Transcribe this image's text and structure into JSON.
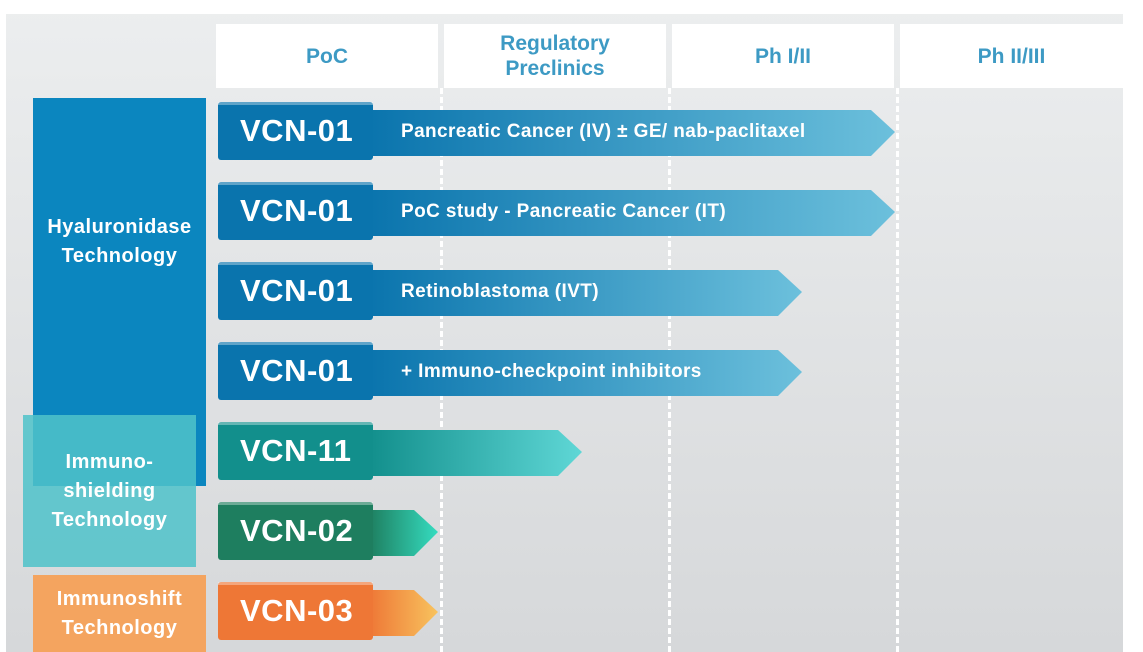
{
  "phases": [
    {
      "label": "PoC"
    },
    {
      "label_line1": "Regulatory",
      "label_line2": "Preclinics"
    },
    {
      "label": "Ph I/II"
    },
    {
      "label": "Ph II/III"
    }
  ],
  "technologies": {
    "hyaluronidase": {
      "line1": "Hyaluronidase",
      "line2": "Technology",
      "color": "#0b86bf"
    },
    "immunoshielding": {
      "line1": "Immuno-",
      "line2": "shielding",
      "line3": "Technology",
      "color": "#4fc3c9"
    },
    "immunoshift": {
      "line1": "Immunoshift",
      "line2": "Technology",
      "color": "#f4a45f"
    }
  },
  "programs": [
    {
      "code": "VCN-01",
      "indication": "Pancreatic Cancer (IV) ± GE/ nab-paclitaxel",
      "phase_reached": "Ph I/II",
      "color_start": "#0a74ad",
      "color_end": "#6cc0dc"
    },
    {
      "code": "VCN-01",
      "indication": "PoC study - Pancreatic Cancer (IT)",
      "phase_reached": "Ph I/II",
      "color_start": "#0a74ad",
      "color_end": "#6cc0dc"
    },
    {
      "code": "VCN-01",
      "indication": "Retinoblastoma (IVT)",
      "phase_reached": "Ph I/II",
      "color_start": "#0a74ad",
      "color_end": "#6cc0dc"
    },
    {
      "code": "VCN-01",
      "indication": "+ Immuno-checkpoint inhibitors",
      "phase_reached": "Ph I/II",
      "color_start": "#0a74ad",
      "color_end": "#6cc0dc"
    },
    {
      "code": "VCN-11",
      "indication": "",
      "phase_reached": "Regulatory Preclinics",
      "color_start": "#128f8c",
      "color_end": "#5fd7d6"
    },
    {
      "code": "VCN-02",
      "indication": "",
      "phase_reached": "PoC",
      "color_start": "#1e7e5f",
      "color_end": "#35dcc0"
    },
    {
      "code": "VCN-03",
      "indication": "",
      "phase_reached": "PoC",
      "color_start": "#ee7736",
      "color_end": "#f8c35e"
    }
  ]
}
